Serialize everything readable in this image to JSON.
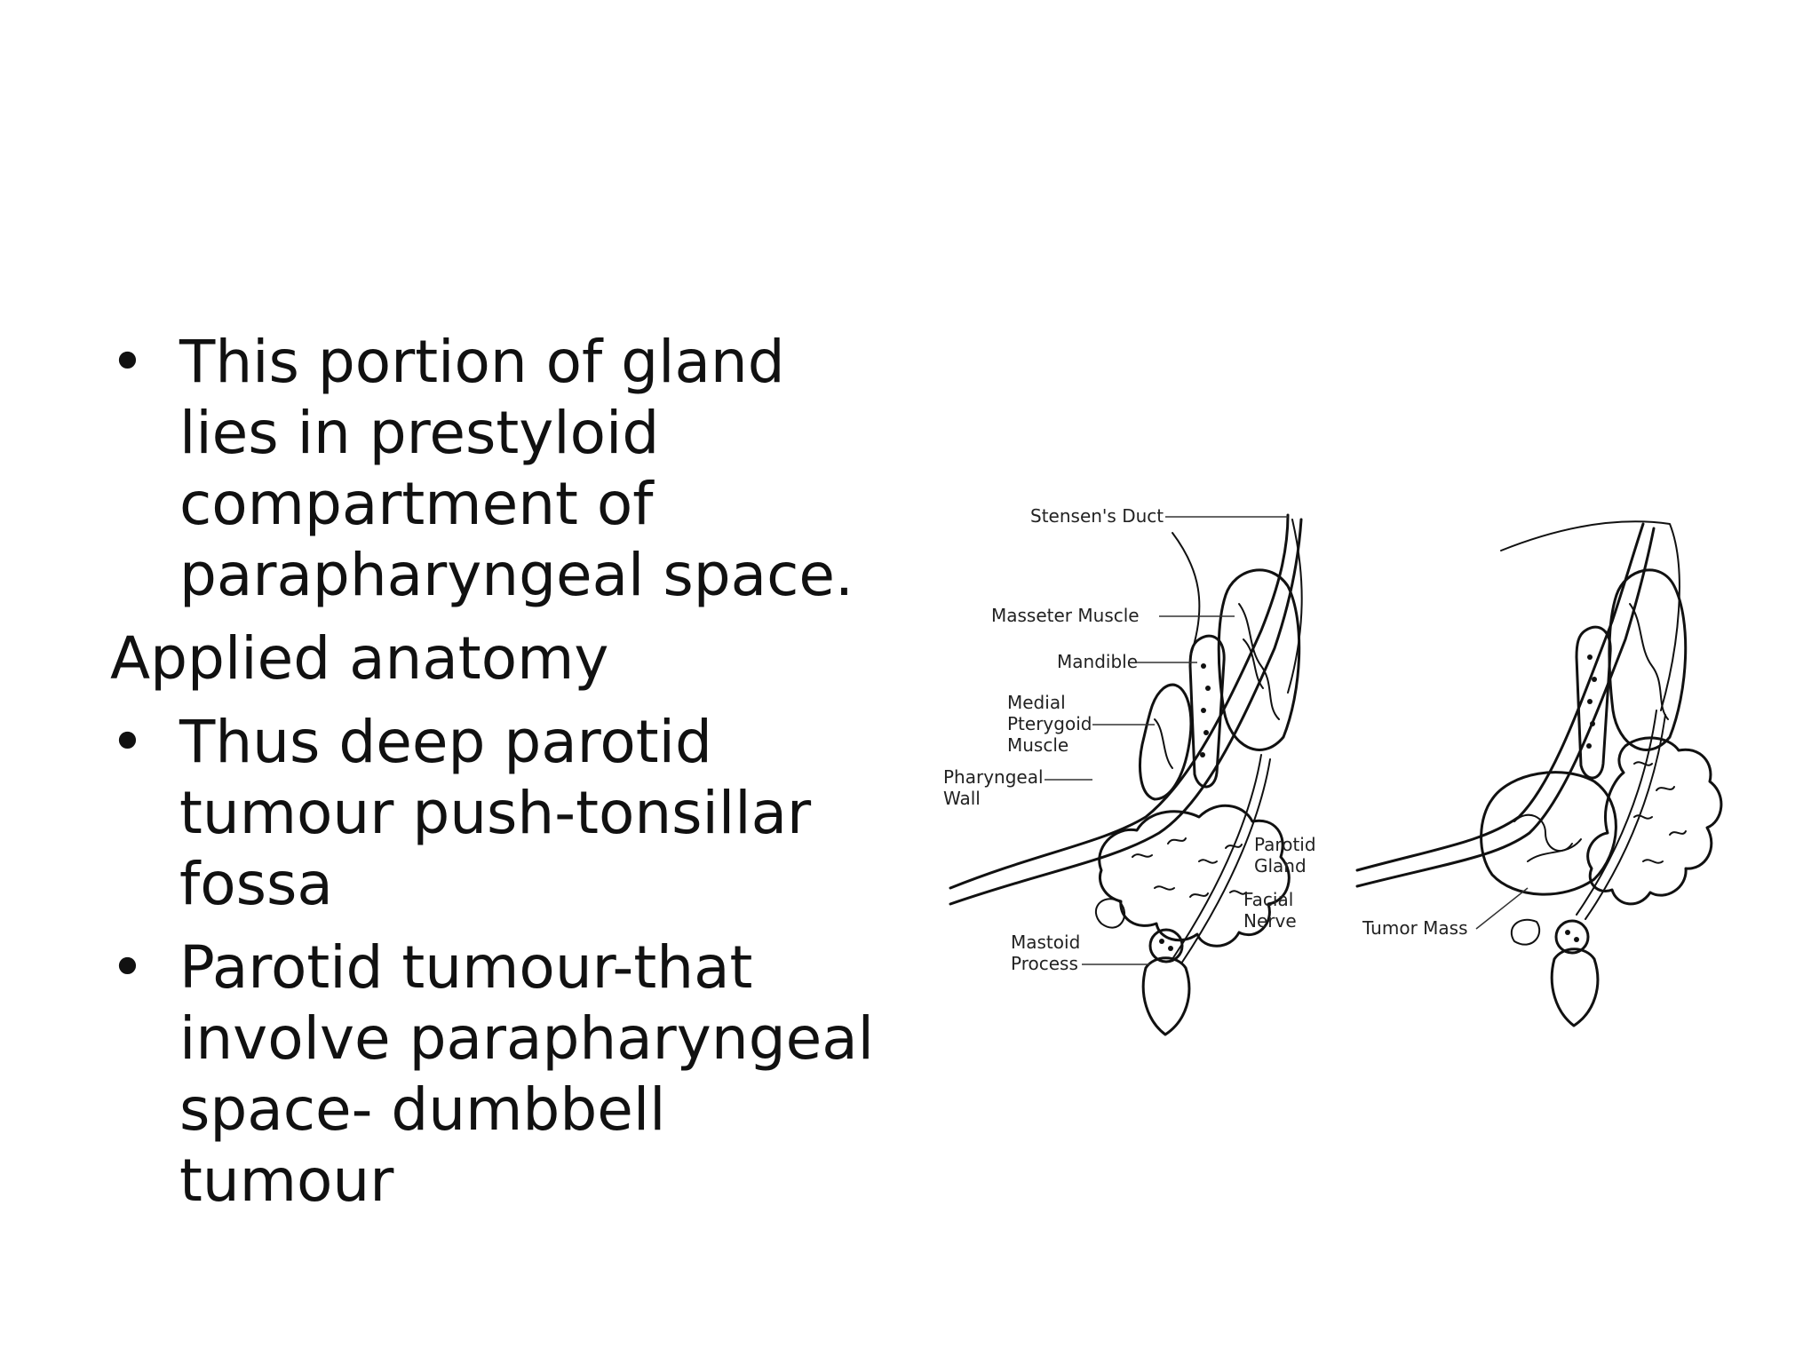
{
  "slide": {
    "bullets_top": [
      "This portion of gland lies in prestyloid compartment of parapharyngeal space."
    ],
    "heading": "Applied anatomy",
    "bullets_bottom": [
      "Thus deep parotid tumour push-tonsillar fossa",
      "Parotid tumour-that involve parapharyngeal space- dumbbell tumour"
    ],
    "bullet_symbol": "•"
  },
  "figure": {
    "left_labels": {
      "stensens_duct": "Stensen's Duct",
      "masseter_muscle": "Masseter Muscle",
      "mandible": "Mandible",
      "medial_pterygoid": [
        "Medial",
        "Pterygoid",
        "Muscle"
      ],
      "pharyngeal_wall": [
        "Pharyngeal",
        "Wall"
      ],
      "parotid_gland": [
        "Parotid",
        "Gland"
      ],
      "facial_nerve": [
        "Facial",
        "Nerve"
      ],
      "mastoid_process": [
        "Mastoid",
        "Process"
      ]
    },
    "right_labels": {
      "tumor_mass": "Tumor Mass"
    }
  }
}
